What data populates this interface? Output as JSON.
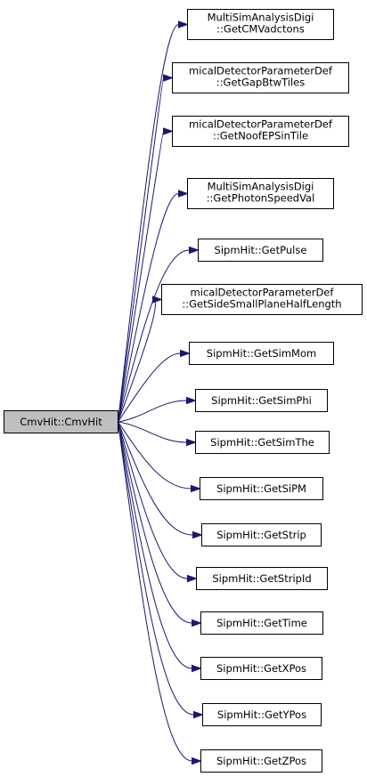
{
  "graph": {
    "root": {
      "label": "CmvHit::CmvHit"
    },
    "callees": [
      {
        "lines": [
          "MultiSimAnalysisDigi",
          "::GetCMVadctons"
        ]
      },
      {
        "lines": [
          "micalDetectorParameterDef",
          "::GetGapBtwTiles"
        ]
      },
      {
        "lines": [
          "micalDetectorParameterDef",
          "::GetNoofEPSinTile"
        ]
      },
      {
        "lines": [
          "MultiSimAnalysisDigi",
          "::GetPhotonSpeedVal"
        ]
      },
      {
        "lines": [
          "SipmHit::GetPulse"
        ]
      },
      {
        "lines": [
          "micalDetectorParameterDef",
          "::GetSideSmallPlaneHalfLength"
        ]
      },
      {
        "lines": [
          "SipmHit::GetSimMom"
        ]
      },
      {
        "lines": [
          "SipmHit::GetSimPhi"
        ]
      },
      {
        "lines": [
          "SipmHit::GetSimThe"
        ]
      },
      {
        "lines": [
          "SipmHit::GetSiPM"
        ]
      },
      {
        "lines": [
          "SipmHit::GetStrip"
        ]
      },
      {
        "lines": [
          "SipmHit::GetStripId"
        ]
      },
      {
        "lines": [
          "SipmHit::GetTime"
        ]
      },
      {
        "lines": [
          "SipmHit::GetXPos"
        ]
      },
      {
        "lines": [
          "SipmHit::GetYPos"
        ]
      },
      {
        "lines": [
          "SipmHit::GetZPos"
        ]
      }
    ],
    "colors": {
      "edge": "#191970",
      "root_fill": "#bfbfbf",
      "node_fill": "#ffffff",
      "border": "#000000"
    }
  }
}
